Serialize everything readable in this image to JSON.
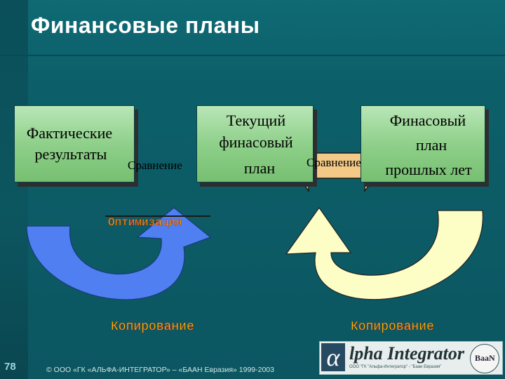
{
  "header": {
    "title": "Финансовые планы"
  },
  "diagram": {
    "boxes": [
      {
        "lines": [
          "Фактические",
          "результаты"
        ]
      },
      {
        "lines": [
          "Текущий",
          "финасовый",
          "план"
        ]
      },
      {
        "lines": [
          "Финасовый",
          "план",
          "прошлых лет"
        ]
      }
    ],
    "compare_label_left": "Сравнение",
    "compare_label_right": "Сравнение",
    "hidden_label": "Оптимизация",
    "copy_label_left": "Копирование",
    "copy_label_right": "Копирование",
    "colors": {
      "box_fill": "#8fd08a",
      "blue_arrow": "#4a7ae0",
      "yellow_arrow": "#ffffc4",
      "compare_arrow": "#f2c987"
    }
  },
  "footer": {
    "slide_number": "78",
    "copyright": "© ООО «ГК «АЛЬФА-ИНТЕГРАТОР» – «БААН Евразия» 1999-2003"
  },
  "logo": {
    "alpha": "α",
    "text": "lpha Integrator",
    "sub": "ООО \"ГК \"Альфа-Интегратор\" - \"Баан Евразия\"",
    "seal": "BaaN"
  }
}
